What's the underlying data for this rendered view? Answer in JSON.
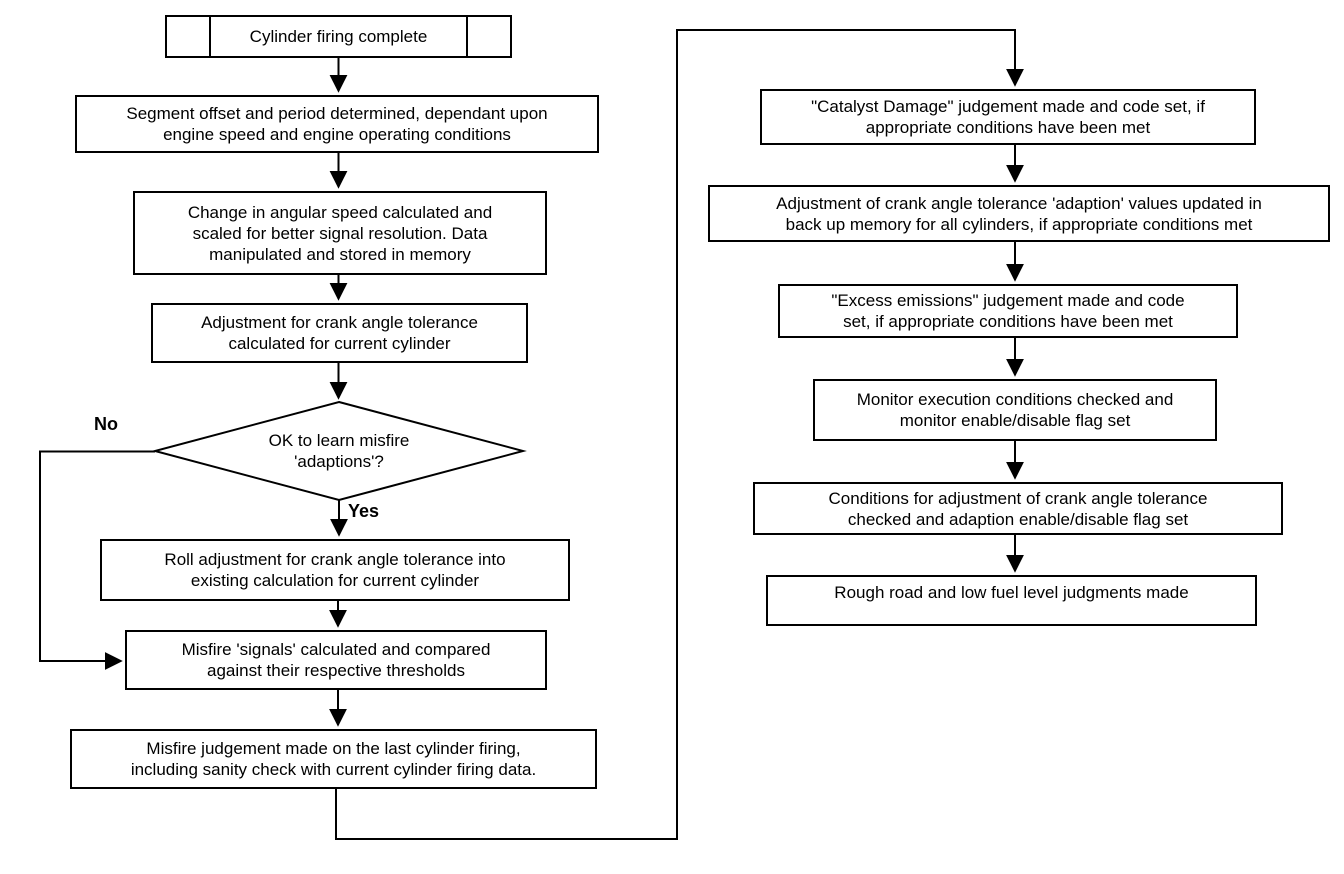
{
  "diagram": {
    "type": "flowchart",
    "nodes": {
      "start": {
        "shape": "predefined-process",
        "label": [
          "Cylinder firing complete"
        ]
      },
      "segment_offset": {
        "shape": "process",
        "label": [
          "Segment offset and period determined, dependant upon",
          "engine speed and engine operating conditions"
        ]
      },
      "angular_speed": {
        "shape": "process",
        "label": [
          "Change in angular speed calculated and",
          "scaled for better signal resolution.  Data",
          "manipulated and stored in memory"
        ]
      },
      "crank_adjustment": {
        "shape": "process",
        "label": [
          "Adjustment for crank angle tolerance",
          "calculated for current cylinder"
        ]
      },
      "ok_to_learn": {
        "shape": "decision",
        "label": [
          "OK to learn misfire",
          "'adaptions'?"
        ]
      },
      "roll_adjustment": {
        "shape": "process",
        "label": [
          "Roll adjustment for crank angle tolerance into",
          "existing calculation for current cylinder"
        ]
      },
      "misfire_signals": {
        "shape": "process",
        "label": [
          "Misfire 'signals' calculated and compared",
          "against their respective thresholds"
        ]
      },
      "misfire_judgement": {
        "shape": "process",
        "label": [
          "Misfire judgement made on the last cylinder firing,",
          "including sanity check with current cylinder firing data."
        ]
      },
      "catalyst_damage": {
        "shape": "process",
        "label": [
          "\"Catalyst Damage\" judgement made and code set, if",
          "appropriate conditions have been met"
        ]
      },
      "adaption_backup": {
        "shape": "process",
        "label": [
          "Adjustment of crank angle tolerance 'adaption' values updated in",
          "back up memory for all cylinders, if appropriate conditions met"
        ]
      },
      "excess_emissions": {
        "shape": "process",
        "label": [
          "\"Excess emissions\" judgement made and code",
          "set, if appropriate conditions have been met"
        ]
      },
      "monitor_execution": {
        "shape": "process",
        "label": [
          "Monitor execution conditions checked and",
          "monitor enable/disable flag set"
        ]
      },
      "adaption_conditions": {
        "shape": "process",
        "label": [
          "Conditions for adjustment of crank angle tolerance",
          "checked and adaption enable/disable flag set"
        ]
      },
      "rough_road": {
        "shape": "process",
        "label": [
          "Rough road and low fuel level judgments made"
        ]
      }
    },
    "edge_labels": {
      "no": "No",
      "yes": "Yes"
    },
    "colors": {
      "line": "#000000",
      "background": "#ffffff"
    }
  }
}
